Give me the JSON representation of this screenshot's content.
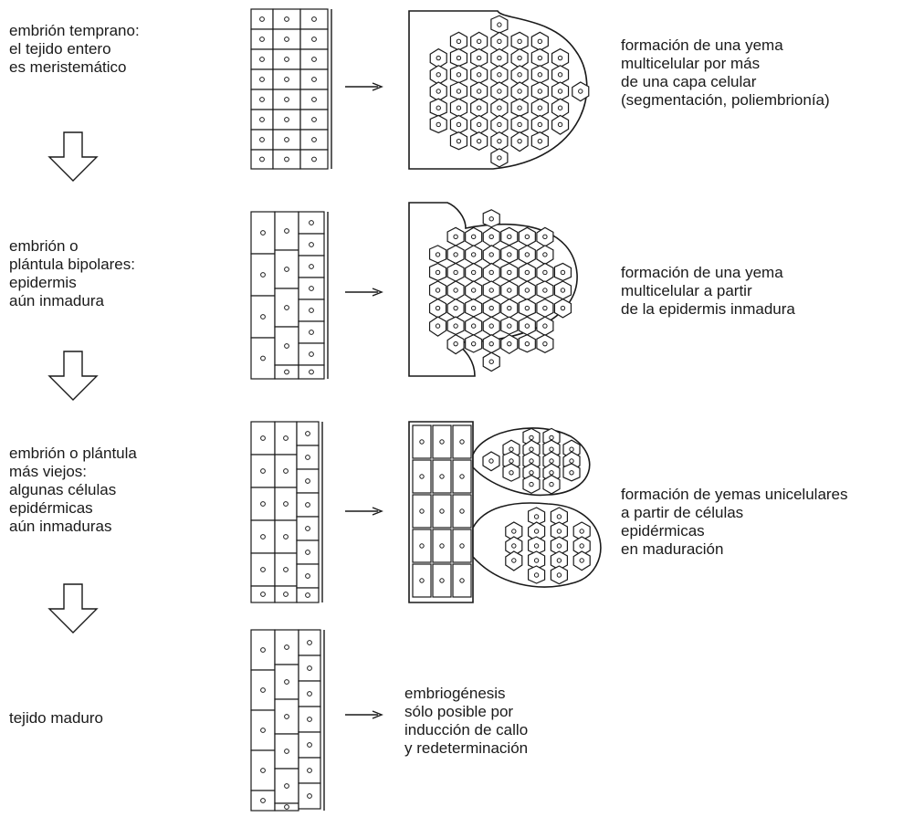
{
  "stages": [
    {
      "id": "early",
      "left_lines": [
        "embrión temprano:",
        "el tejido entero",
        "es meristemático"
      ],
      "right_lines": [
        "formación de una yema",
        "multicelular por más",
        "de una capa celular",
        "(segmentación, poliembrionía)"
      ]
    },
    {
      "id": "bipolar",
      "left_lines": [
        "embrión o",
        "plántula bipolares:",
        "epidermis",
        "aún inmadura"
      ],
      "right_lines": [
        "formación de una yema",
        "multicelular a partir",
        "de la epidermis inmadura"
      ]
    },
    {
      "id": "older",
      "left_lines": [
        "embrión o plántula",
        "más viejos:",
        "algunas células",
        "epidérmicas",
        "aún inmaduras"
      ],
      "right_lines": [
        "formación de yemas unicelulares",
        "a partir de células",
        "epidérmicas",
        "en maduración"
      ]
    },
    {
      "id": "mature",
      "left_lines": [
        "tejido maduro"
      ],
      "right_lines": [
        "embriogénesis",
        "sólo posible por",
        "inducción de callo",
        "y redeterminación"
      ]
    }
  ]
}
